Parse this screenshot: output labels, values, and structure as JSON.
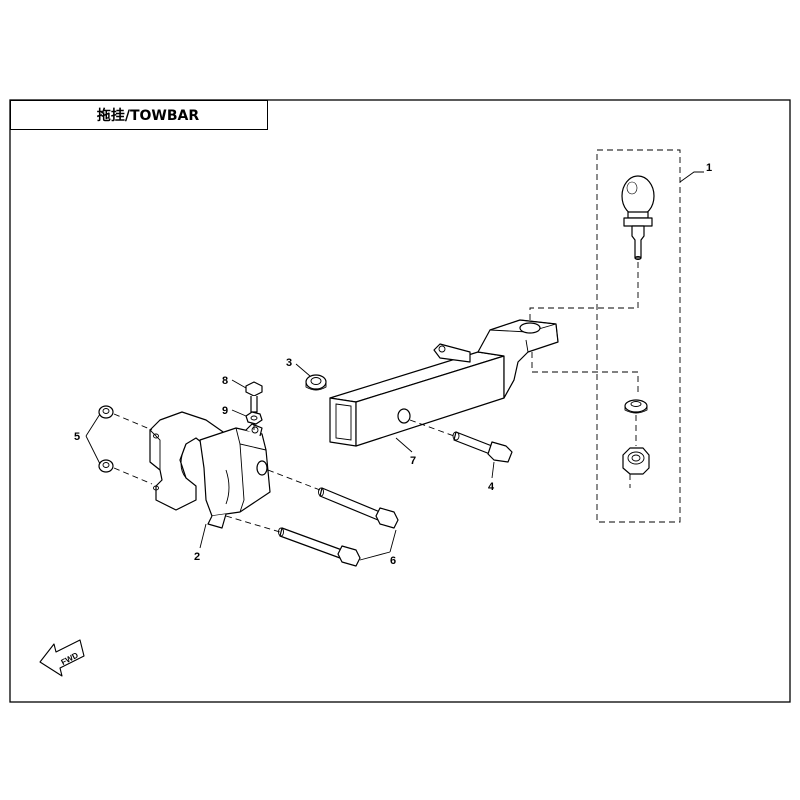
{
  "diagram": {
    "title": "拖挂/TOWBAR",
    "fwd_label": "FWD",
    "callouts": [
      "1",
      "2",
      "3",
      "4",
      "5",
      "6",
      "7",
      "8",
      "9"
    ]
  }
}
